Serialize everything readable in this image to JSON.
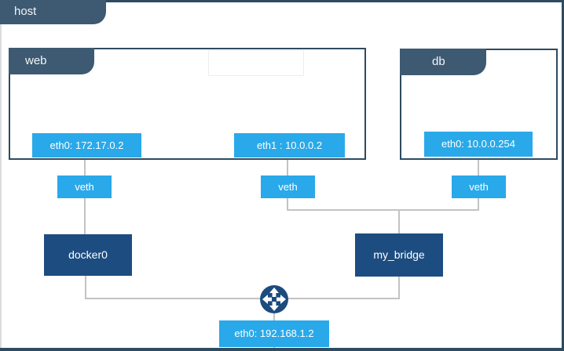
{
  "diagram": {
    "title_note": "docker-network-diagram",
    "host": {
      "label": "host"
    },
    "containers": {
      "web": {
        "label": "web",
        "eth0": "eth0: 172.17.0.2",
        "eth1": "eth1 : 10.0.0.2"
      },
      "db": {
        "label": "db",
        "eth0": "eth0: 10.0.0.254"
      }
    },
    "veth": {
      "left": "veth",
      "mid": "veth",
      "right": "veth"
    },
    "bridges": {
      "docker0": "docker0",
      "my_bridge": "my_bridge"
    },
    "host_interface": {
      "eth0": "eth0: 192.168.1.2"
    },
    "icons": {
      "router": "router-icon"
    }
  },
  "colors": {
    "accent_blue": "#29a9e9",
    "navy": "#1d4d80",
    "slate_tab": "#3e5a72",
    "border_dark": "#2d4b61",
    "line_gray": "#c3c3c3"
  }
}
